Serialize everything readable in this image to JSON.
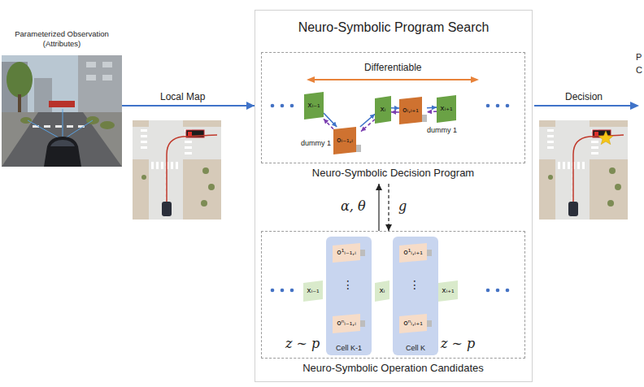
{
  "diagram": {
    "nodes": [
      {
        "text": [
          "Parameterized Observation (Attributes)"
        ]
      },
      {
        "text": [
          "Neuro-Symbolic Program Search"
        ]
      },
      {
        "text": [
          "Neuro-Symbolic Decision Program"
        ],
        "in": 1
      },
      {
        "text": [
          "xᵢ₋₁"
        ],
        "in": 2
      },
      {
        "text": [
          "oᵢ₋₁,ᵢ"
        ],
        "in": 2
      },
      {
        "text": [
          "xᵢ"
        ],
        "in": 2
      },
      {
        "text": [
          "oᵢ,ᵢ₊₁"
        ],
        "in": 2
      },
      {
        "text": [
          "xᵢ₊₁"
        ],
        "in": 2
      },
      {
        "text": [
          "Neuro-Symbolic Operation Candidates"
        ],
        "in": 1
      },
      {
        "text": [
          "xᵢ₋₁"
        ],
        "in": 8
      },
      {
        "text": [
          "Cell K-1"
        ],
        "in": 8
      },
      {
        "text": [
          "o¹ᵢ₋₁,ᵢ"
        ],
        "in": 10
      },
      {
        "text": [
          "oⁿᵢ₋₁,ᵢ"
        ],
        "in": 10
      },
      {
        "text": [
          "xᵢ"
        ],
        "in": 8
      },
      {
        "text": [
          "Cell K"
        ],
        "in": 8
      },
      {
        "text": [
          "o¹ᵢ,ᵢ₊₁"
        ],
        "in": 14
      },
      {
        "text": [
          "oⁿᵢ,ᵢ₊₁"
        ],
        "in": 14
      },
      {
        "text": [
          "xᵢ₊₁"
        ],
        "in": 8
      }
    ],
    "edges": [
      {
        "from": 0,
        "to": 1,
        "label": "Local Map",
        "arrow": "to"
      },
      {
        "from": 3,
        "to": 4,
        "arrow": "to"
      },
      {
        "from": 4,
        "to": 5,
        "arrow": "to"
      },
      {
        "from": 5,
        "to": 6,
        "arrow": "to"
      },
      {
        "from": 6,
        "to": 7,
        "arrow": "to"
      },
      {
        "from": 5,
        "to": 4,
        "arrow": "to"
      },
      {
        "from": 4,
        "to": 3,
        "arrow": "to"
      },
      {
        "from": 7,
        "to": 6,
        "arrow": "to"
      },
      {
        "from": 6,
        "to": 5,
        "arrow": "to"
      },
      {
        "from": 8,
        "to": 2,
        "label": "α, θ",
        "arrow": "to"
      },
      {
        "from": 2,
        "to": 8,
        "label": "g",
        "arrow": "to"
      }
    ],
    "labels": [
      "Differentiable",
      "dummy 1",
      "dummy 1",
      "⋮",
      "⋮",
      "z ∼ p",
      "z ∼ p",
      "Decision",
      "P",
      "C"
    ]
  }
}
